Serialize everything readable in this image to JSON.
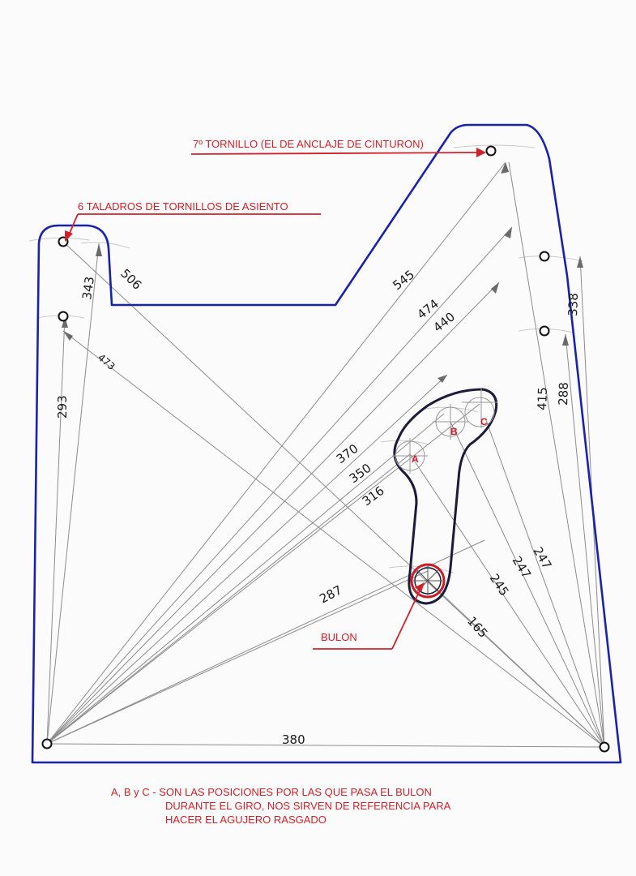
{
  "callouts": {
    "belt_bolt": "7º TORNILLO (EL DE ANCLAJE DE CINTURON)",
    "seat_holes": "6 TALADROS DE TORNILLOS DE ASIENTO",
    "bulon": "BULON"
  },
  "positions": {
    "a": "A",
    "b": "B",
    "c": "C"
  },
  "dimensions": {
    "d545": "545",
    "d474": "474",
    "d440": "440",
    "d506": "506",
    "d343": "343",
    "d293": "293",
    "d473": "473",
    "d338": "338",
    "d415": "415",
    "d288": "288",
    "d370": "370",
    "d350": "350",
    "d316": "316",
    "d287": "287",
    "d247a": "247",
    "d247b": "247",
    "d245": "245",
    "d165": "165",
    "d380": "380"
  },
  "note": {
    "line1": "A, B y C - SON LAS POSICIONES POR LAS QUE PASA EL BULON",
    "line2": "DURANTE EL GIRO, NOS SIRVEN DE REFERENCIA PARA",
    "line3": "HACER EL AGUJERO RASGADO"
  },
  "colors": {
    "outline": "#1a23a8",
    "callout": "#d0202a",
    "pencil": "#8a8a8a",
    "part": "#1c1c3a"
  }
}
